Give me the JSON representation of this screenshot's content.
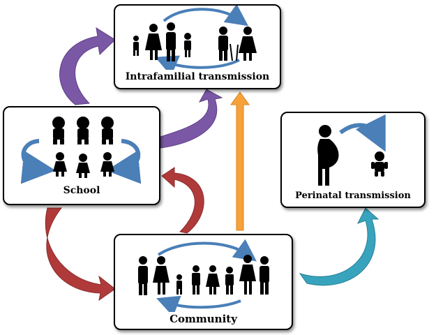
{
  "nodes": {
    "intrafamilial": {
      "label": "Intrafamilial transmission"
    },
    "school": {
      "label": "School"
    },
    "perinatal": {
      "label": "Perinatal transmission"
    },
    "community": {
      "label": "Community"
    }
  },
  "colors": {
    "purple_arrow": "#7b58a6",
    "red_arrow": "#b03a3a",
    "orange_arrow": "#f7a13b",
    "teal_arrow": "#38a3bd",
    "blue_cycle": "#4a7fb8",
    "silhouette": "#000000"
  },
  "icons": [
    "family-silhouettes-icon",
    "children-silhouettes-icon",
    "pregnant-woman-icon",
    "baby-icon",
    "crowd-silhouettes-icon"
  ]
}
